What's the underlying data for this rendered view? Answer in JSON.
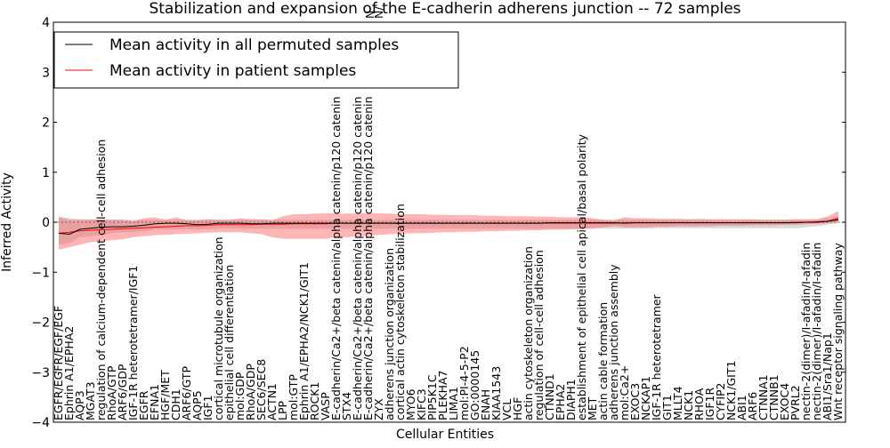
{
  "chart_data": {
    "type": "line",
    "title": "Stabilization and expansion of the E-cadherin adherens junction -- 72 samples",
    "xlabel": "Cellular Entities",
    "ylabel": "Inferred Activity",
    "ylim": [
      -4,
      4
    ],
    "yticks": [
      -4,
      -3,
      -2,
      -1,
      0,
      1,
      2,
      3,
      4
    ],
    "ytick_labels": [
      "−4",
      "−3",
      "−2",
      "−1",
      "0",
      "1",
      "2",
      "3",
      "4"
    ],
    "legend_position": "top-left",
    "grid": false,
    "categories": [
      "EGFR/EGFR/EGF/EGF",
      "Ephrin A1/EPHA2",
      "AQP3",
      "MGAT3",
      "regulation of calcium-dependent cell-cell adhesion",
      "RhoA/GTP",
      "ARF6/GDP",
      "IGF-1R heterotetramer/IGF1",
      "EGFR",
      "EFNA1",
      "HGF/MET",
      "CDH1",
      "ARF6/GTP",
      "AQP5",
      "IGF1",
      "cortical microtubule organization",
      "epithelial cell differentiation",
      "mol:GDP",
      "RhoA/GDP",
      "SEC6/SEC8",
      "ACTN1",
      "LPP",
      "mol:GTP",
      "Ephrin A1/EPHA2/NCK1/GIT1",
      "ROCK1",
      "VASP",
      "E-cadherin/Ca2+/beta catenin/alpha catenin/p120 catenin",
      "STX4",
      "E-cadherin/Ca2+/beta catenin/alpha catenin/p120 catenin",
      "E-cadherin/Ca2+/beta catenin/alpha catenin/p120 catenin",
      "ZYX",
      "adherens junction organization",
      "cortical actin cytoskeleton stabilization",
      "MYO6",
      "KIFC3",
      "PIP5K1C",
      "PLEKHA7",
      "LIMA1",
      "mol:PI-4-5-P2",
      "GO:0000145",
      "ENAH",
      "KIAA1543",
      "VCL",
      "HGF",
      "actin cytoskeleton organization",
      "regulation of cell-cell adhesion",
      "CTNND1",
      "EPHA2",
      "DIAPH1",
      "establishment of epithelial cell apical/basal polarity",
      "MET",
      "actin cable formation",
      "adherens junction assembly",
      "mol:Ca2+",
      "EXOC3",
      "NCKAP1",
      "IGF-1R heterotetramer",
      "GIT1",
      "MLLT4",
      "NCK1",
      "RHOA",
      "IGF1R",
      "CYFIP2",
      "NCK1/GIT1",
      "ABI1",
      "ARF6",
      "CTNNA1",
      "CTNNB1",
      "EXOC4",
      "PVRL2",
      "nectin-2(dimer)/I-afadin/I-afadin",
      "nectin-2(dimer)/I-afadin/I-afadin",
      "ABI1/Sra1/Nap1",
      "Wnt receptor signaling pathway"
    ],
    "top_overflow_labels": [
      "N",
      "N/"
    ],
    "series": [
      {
        "name": "Mean activity in all permuted samples",
        "color": "#000000",
        "values": [
          -0.22,
          -0.24,
          -0.14,
          -0.12,
          -0.1,
          -0.09,
          -0.09,
          -0.08,
          -0.06,
          -0.03,
          -0.02,
          -0.02,
          -0.03,
          -0.05,
          -0.04,
          -0.02,
          -0.02,
          -0.02,
          -0.03,
          -0.03,
          -0.02,
          -0.02,
          -0.02,
          -0.02,
          -0.02,
          -0.02,
          -0.02,
          -0.02,
          -0.02,
          -0.02,
          -0.02,
          -0.02,
          -0.02,
          -0.02,
          -0.02,
          -0.02,
          -0.02,
          -0.02,
          -0.02,
          -0.02,
          -0.02,
          -0.02,
          -0.02,
          -0.02,
          -0.02,
          -0.02,
          -0.01,
          -0.01,
          -0.01,
          -0.01,
          -0.01,
          -0.01,
          -0.01,
          -0.02,
          -0.01,
          -0.01,
          -0.01,
          -0.01,
          -0.01,
          -0.01,
          -0.01,
          -0.01,
          -0.01,
          -0.01,
          -0.01,
          -0.01,
          -0.01,
          -0.01,
          -0.01,
          -0.01,
          0.0,
          0.0,
          0.02,
          0.05
        ],
        "band_upper": [
          0.12,
          0.08,
          0.06,
          0.06,
          0.05,
          0.05,
          0.05,
          0.05,
          0.05,
          0.05,
          0.05,
          0.05,
          0.05,
          0.05,
          0.05,
          0.05,
          0.05,
          0.05,
          0.05,
          0.05,
          0.05,
          0.05,
          0.05,
          0.05,
          0.05,
          0.05,
          0.05,
          0.05,
          0.05,
          0.05,
          0.05,
          0.05,
          0.05,
          0.05,
          0.05,
          0.05,
          0.05,
          0.05,
          0.05,
          0.05,
          0.05,
          0.05,
          0.05,
          0.05,
          0.05,
          0.05,
          0.05,
          0.05,
          0.05,
          0.05,
          0.05,
          0.05,
          0.05,
          0.05,
          0.05,
          0.05,
          0.05,
          0.05,
          0.05,
          0.05,
          0.05,
          0.05,
          0.05,
          0.05,
          0.05,
          0.05,
          0.05,
          0.05,
          0.05,
          0.05,
          0.05,
          0.05,
          0.08,
          0.12
        ],
        "band_lower": [
          -0.45,
          -0.42,
          -0.3,
          -0.28,
          -0.25,
          -0.22,
          -0.2,
          -0.2,
          -0.18,
          -0.15,
          -0.14,
          -0.14,
          -0.14,
          -0.15,
          -0.14,
          -0.13,
          -0.13,
          -0.13,
          -0.13,
          -0.13,
          -0.13,
          -0.13,
          -0.13,
          -0.13,
          -0.13,
          -0.13,
          -0.13,
          -0.13,
          -0.13,
          -0.13,
          -0.13,
          -0.13,
          -0.13,
          -0.13,
          -0.13,
          -0.13,
          -0.13,
          -0.13,
          -0.13,
          -0.13,
          -0.13,
          -0.13,
          -0.13,
          -0.13,
          -0.13,
          -0.13,
          -0.13,
          -0.13,
          -0.13,
          -0.13,
          -0.13,
          -0.13,
          -0.13,
          -0.13,
          -0.13,
          -0.13,
          -0.12,
          -0.12,
          -0.12,
          -0.12,
          -0.12,
          -0.12,
          -0.12,
          -0.12,
          -0.12,
          -0.12,
          -0.12,
          -0.12,
          -0.12,
          -0.12,
          -0.1,
          -0.08,
          -0.05,
          -0.02
        ]
      },
      {
        "name": "Mean activity in patient samples",
        "color": "#ff0000",
        "values": [
          -0.22,
          -0.2,
          -0.17,
          -0.16,
          -0.15,
          -0.14,
          -0.13,
          -0.12,
          -0.11,
          -0.1,
          -0.09,
          -0.08,
          -0.07,
          -0.07,
          -0.06,
          -0.05,
          -0.05,
          -0.05,
          -0.05,
          -0.04,
          -0.04,
          -0.04,
          -0.03,
          -0.03,
          -0.03,
          -0.03,
          -0.02,
          -0.02,
          -0.02,
          -0.02,
          -0.02,
          -0.02,
          -0.02,
          -0.02,
          -0.02,
          -0.02,
          -0.02,
          -0.02,
          -0.02,
          -0.02,
          -0.02,
          -0.02,
          -0.02,
          -0.02,
          -0.02,
          -0.02,
          -0.02,
          -0.02,
          -0.02,
          -0.02,
          -0.02,
          -0.02,
          -0.02,
          -0.01,
          -0.01,
          -0.01,
          -0.01,
          -0.01,
          -0.01,
          -0.01,
          -0.01,
          -0.01,
          -0.01,
          -0.01,
          -0.01,
          -0.01,
          -0.01,
          -0.01,
          -0.01,
          0.0,
          0.0,
          0.01,
          0.02,
          0.08
        ],
        "band_upper": [
          0.1,
          0.05,
          0.05,
          0.05,
          0.06,
          0.05,
          0.05,
          0.02,
          0.08,
          0.1,
          0.05,
          0.1,
          0.04,
          0.04,
          0.06,
          0.05,
          0.05,
          0.08,
          0.06,
          0.06,
          0.04,
          0.12,
          0.16,
          0.16,
          0.17,
          0.18,
          0.18,
          0.17,
          0.18,
          0.18,
          0.18,
          0.17,
          0.16,
          0.16,
          0.16,
          0.15,
          0.15,
          0.14,
          0.14,
          0.14,
          0.13,
          0.13,
          0.12,
          0.12,
          0.12,
          0.11,
          0.11,
          0.1,
          0.1,
          0.1,
          0.08,
          0.05,
          0.04,
          0.1,
          0.08,
          0.08,
          0.07,
          0.07,
          0.07,
          0.06,
          0.07,
          0.06,
          0.06,
          0.06,
          0.06,
          0.06,
          0.05,
          0.05,
          0.05,
          0.06,
          0.06,
          0.06,
          0.12,
          0.22
        ],
        "band_lower": [
          -0.55,
          -0.5,
          -0.45,
          -0.4,
          -0.38,
          -0.36,
          -0.34,
          -0.3,
          -0.28,
          -0.26,
          -0.25,
          -0.24,
          -0.23,
          -0.22,
          -0.21,
          -0.2,
          -0.2,
          -0.2,
          -0.22,
          -0.24,
          -0.3,
          -0.33,
          -0.33,
          -0.33,
          -0.33,
          -0.33,
          -0.3,
          -0.3,
          -0.28,
          -0.27,
          -0.25,
          -0.24,
          -0.23,
          -0.22,
          -0.22,
          -0.21,
          -0.2,
          -0.2,
          -0.19,
          -0.19,
          -0.18,
          -0.18,
          -0.17,
          -0.17,
          -0.16,
          -0.16,
          -0.15,
          -0.15,
          -0.14,
          -0.14,
          -0.12,
          -0.1,
          -0.08,
          -0.1,
          -0.1,
          -0.1,
          -0.09,
          -0.09,
          -0.08,
          -0.08,
          -0.08,
          -0.08,
          -0.07,
          -0.07,
          -0.07,
          -0.06,
          -0.06,
          -0.06,
          -0.05,
          -0.05,
          -0.04,
          -0.03,
          -0.02,
          0.0
        ]
      }
    ],
    "reference_line": {
      "y": 0,
      "style": "dotted",
      "color": "#555555"
    }
  }
}
